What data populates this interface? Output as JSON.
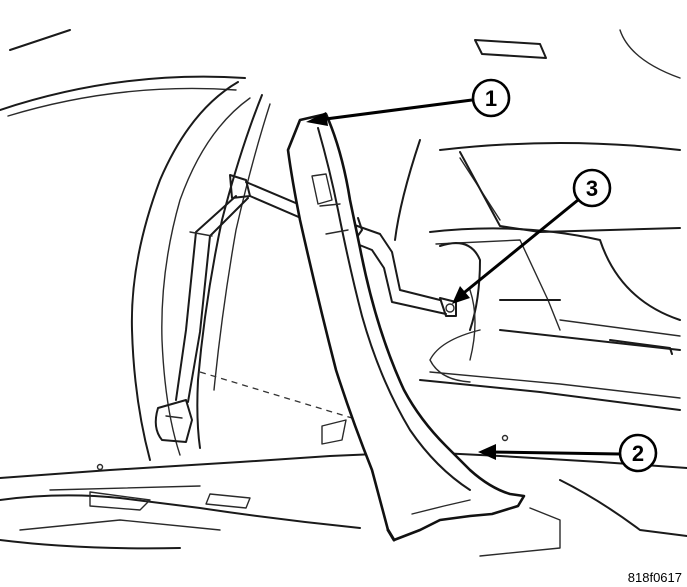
{
  "diagram": {
    "callouts": [
      {
        "id": "1",
        "label": "1"
      },
      {
        "id": "2",
        "label": "2"
      },
      {
        "id": "3",
        "label": "3"
      }
    ],
    "figure_id": "818f0617"
  }
}
